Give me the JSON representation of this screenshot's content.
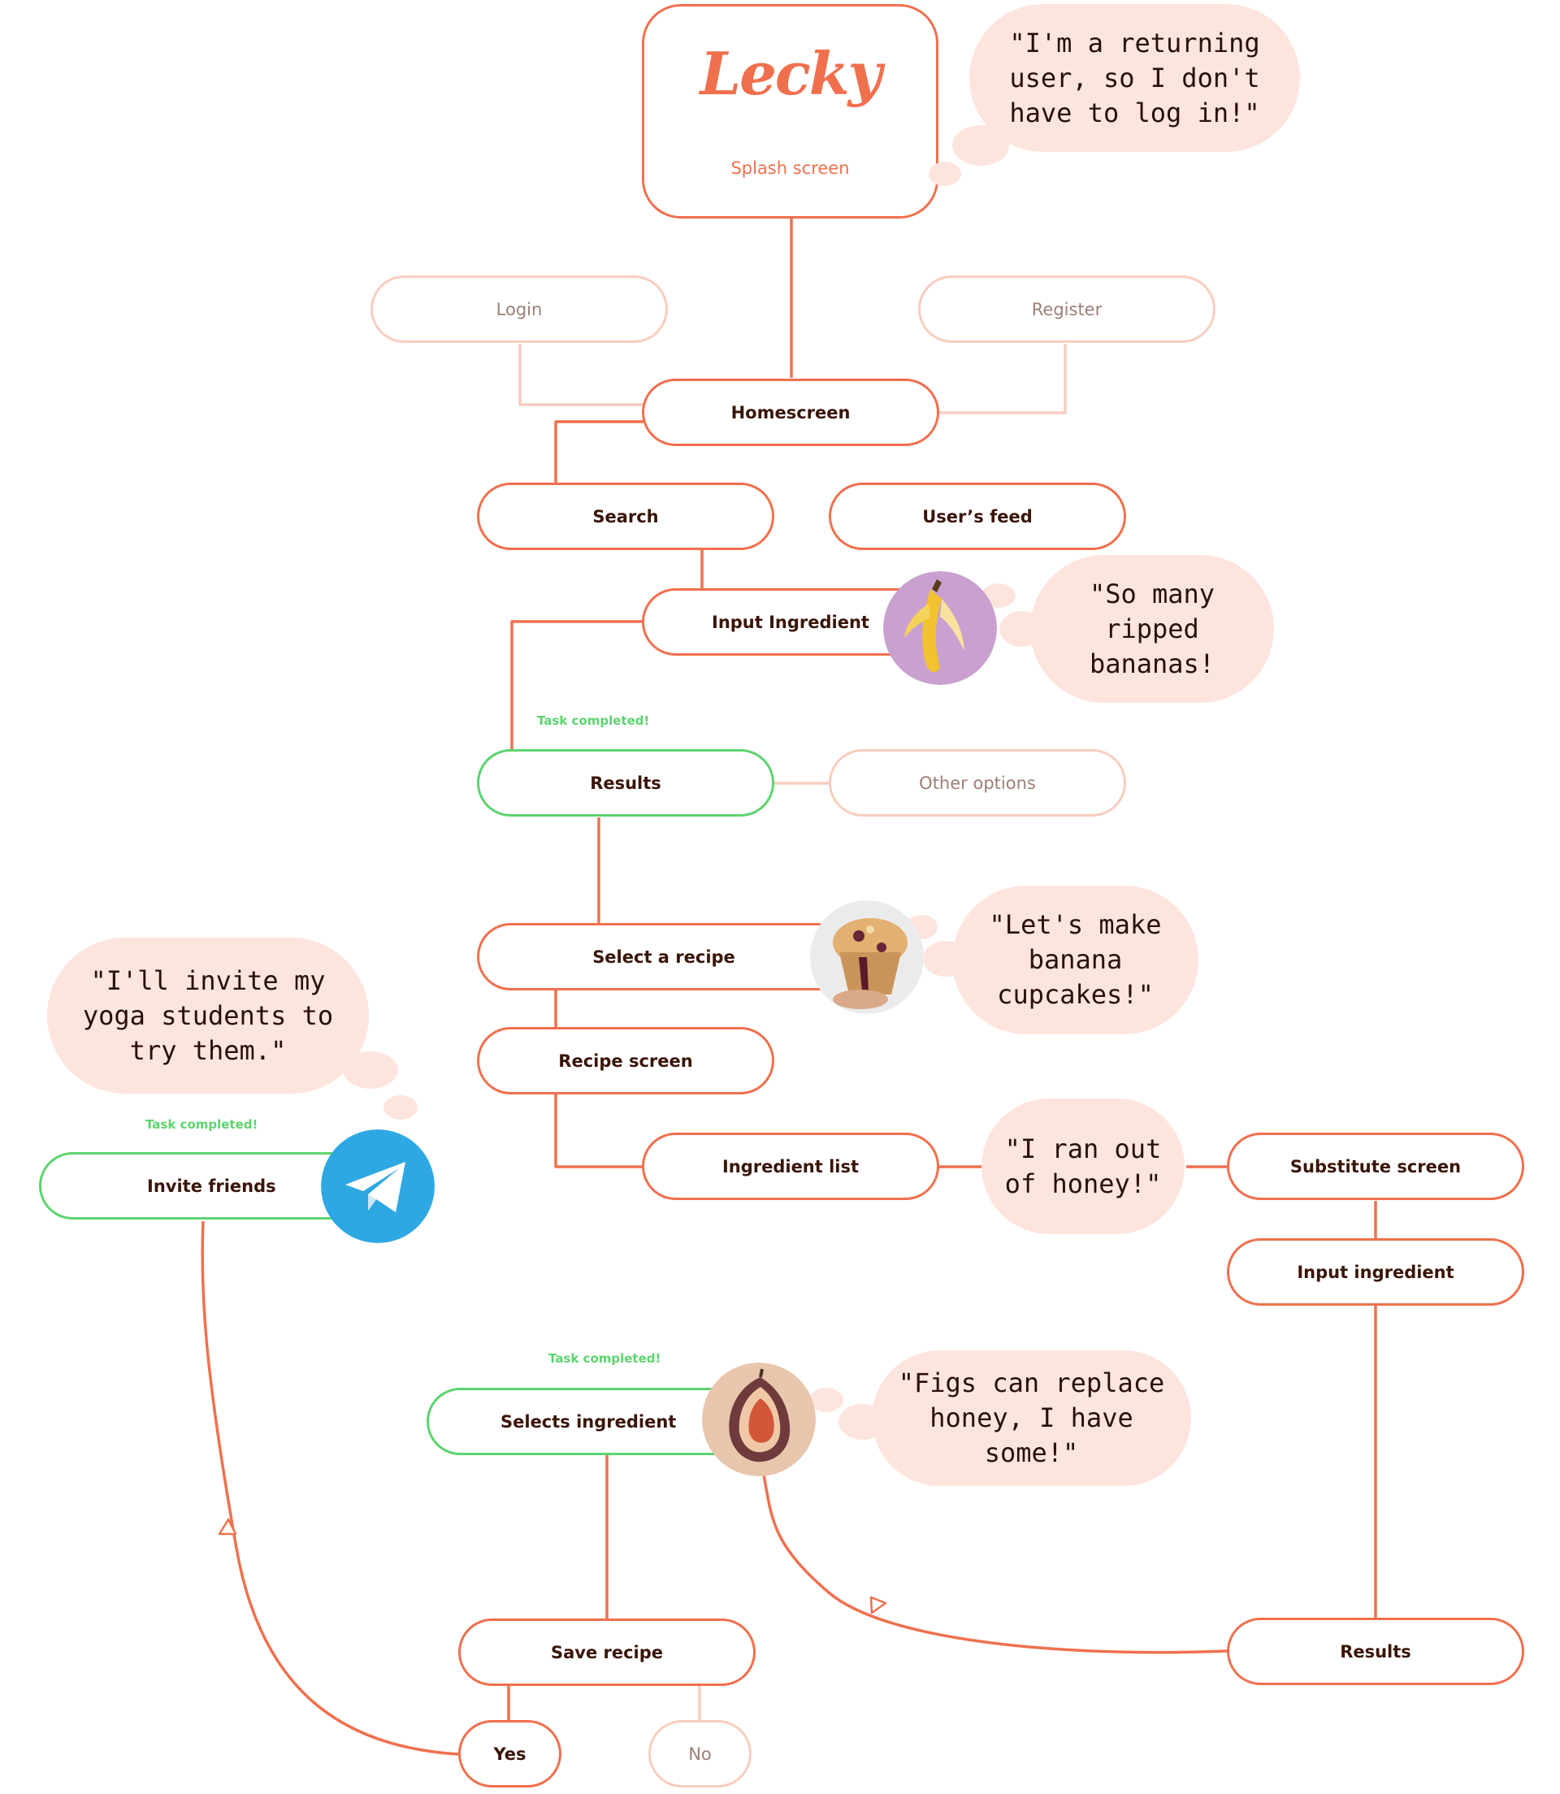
{
  "colors": {
    "accent": "#f0704e",
    "faded": "#f8cdbf",
    "completed": "#5ed36f",
    "bubble": "#fde5de",
    "text": "#3a1508"
  },
  "splash": {
    "logo": "Lecky",
    "caption": "Splash screen"
  },
  "nodes": {
    "login": "Login",
    "register": "Register",
    "homescreen": "Homescreen",
    "search": "Search",
    "users_feed": "User’s feed",
    "input_ingredient": "Input Ingredient",
    "results": "Results",
    "other_options": "Other options",
    "select_recipe": "Select a recipe",
    "recipe_screen": "Recipe screen",
    "ingredient_list": "Ingredient list",
    "substitute_screen": "Substitute screen",
    "input_ingredient_2": "Input ingredient",
    "invite_friends": "Invite friends",
    "selects_ingredient": "Selects ingredient",
    "results_2": "Results",
    "save_recipe": "Save recipe",
    "yes": "Yes",
    "no": "No"
  },
  "task_completed": "Task completed!",
  "bubbles": {
    "returning_user": "\"I'm a returning user, so I don't have to log in!\"",
    "bananas": "\"So many ripped bananas!",
    "cupcakes": "\"Let's make banana cupcakes!\"",
    "invite": "\"I'll invite my yoga students to try them.\"",
    "honey": "\"I ran out of honey!\"",
    "figs": "\"Figs can replace honey, I have some!\""
  },
  "icons": {
    "banana": "banana-photo-icon",
    "cupcake": "muffin-photo-icon",
    "telegram": "telegram-icon",
    "fig": "fig-photo-icon"
  }
}
